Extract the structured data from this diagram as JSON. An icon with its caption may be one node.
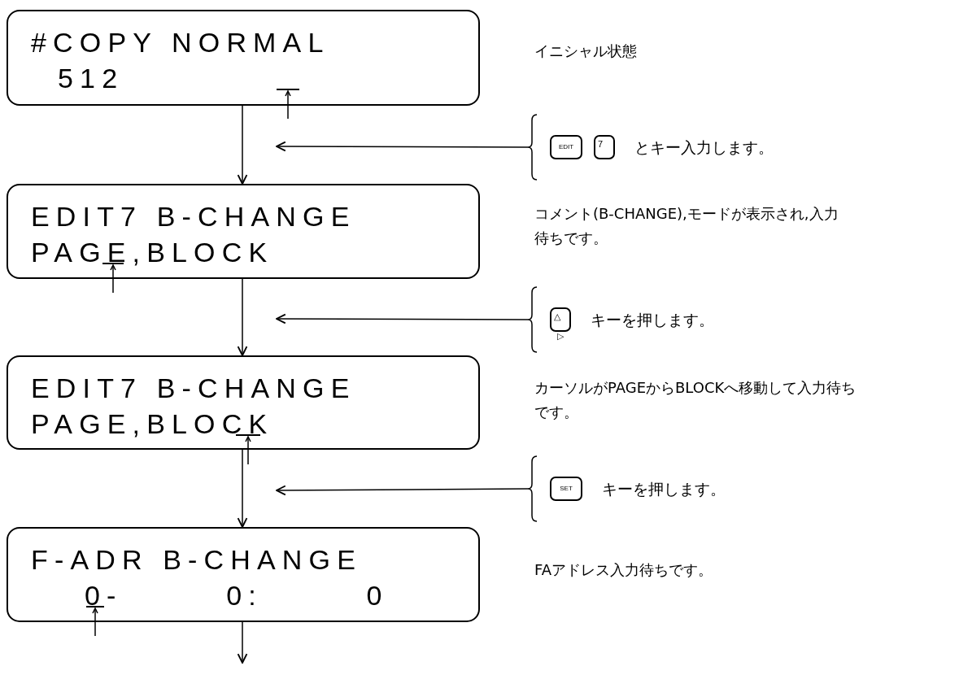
{
  "diagram": {
    "nodes": [
      {
        "text": [
          "#COPY NORMAL",
          "512"
        ],
        "beside": [
          "イニシャル状態"
        ]
      },
      {
        "text": [
          "とキー入力します。"
        ]
      },
      {
        "text": [
          "EDIT"
        ],
        "in": 1
      },
      {
        "text": [
          "7"
        ],
        "in": 1
      },
      {
        "text": [
          "EDIT7 B-CHANGE",
          "PAGE,BLOCK"
        ],
        "beside": [
          "コメント(B-CHANGE),モードが表示され,入力待ちです。"
        ]
      },
      {
        "text": [
          "キーを押します。"
        ]
      },
      {
        "text": [
          "△"
        ],
        "in": 5,
        "beside": [
          "▷"
        ]
      },
      {
        "text": [
          "EDIT7 B-CHANGE",
          "PAGE,BLOCK"
        ],
        "beside": [
          "カーソルがPAGEからBLOCKへ移動して入力待ちです。"
        ]
      },
      {
        "text": [
          "キーを押します。"
        ]
      },
      {
        "text": [
          "SET"
        ],
        "in": 8
      },
      {
        "text": [
          "F-ADR B-CHANGE",
          "0- 0: 0"
        ],
        "beside": [
          "FAアドレス入力待ちです。"
        ]
      }
    ],
    "edges": [
      {
        "from": 0,
        "to": 4,
        "arrow": "to"
      },
      {
        "from": 1,
        "to": null,
        "arrow": "to"
      },
      {
        "from": 4,
        "to": 7,
        "arrow": "to"
      },
      {
        "from": 5,
        "to": null,
        "arrow": "to"
      },
      {
        "from": 7,
        "to": 10,
        "arrow": "to"
      },
      {
        "from": 8,
        "to": null,
        "arrow": "to"
      },
      {
        "from": 10,
        "to": null,
        "arrow": "to"
      }
    ]
  }
}
